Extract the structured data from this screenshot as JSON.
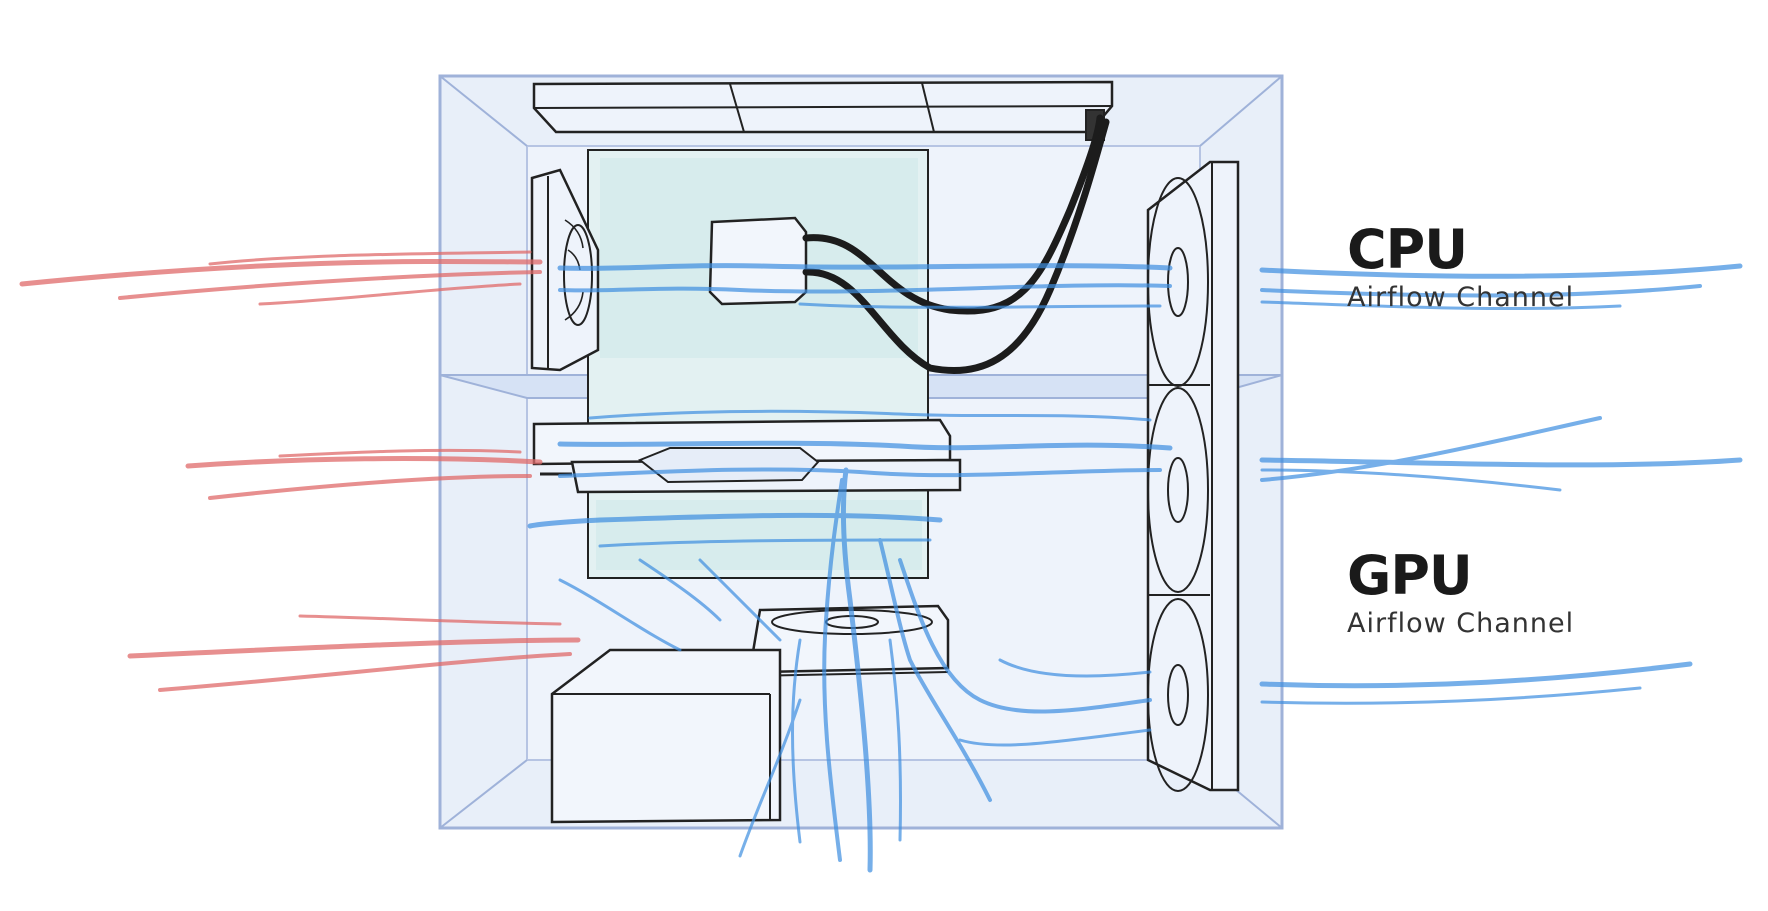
{
  "labels": {
    "cpu": {
      "title": "CPU",
      "subtitle": "Airflow Channel"
    },
    "gpu": {
      "title": "GPU",
      "subtitle": "Airflow Channel"
    }
  },
  "colors": {
    "case_fill": "#e6eefa",
    "case_edge": "#9fb2d9",
    "sketch_line": "#222222",
    "hose": "#1c1c1c",
    "cool_air": "#3d8ee0",
    "hot_air": "#e06a6a",
    "board_tint": "#bfe3e6"
  },
  "icons": [
    "fan-icon",
    "pump-block-icon",
    "airflow-arrow-icon"
  ]
}
